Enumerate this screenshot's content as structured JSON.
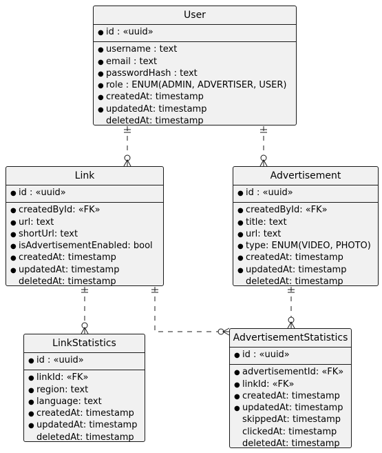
{
  "entities": {
    "user": {
      "title": "User",
      "pk": [
        "id : «uuid»"
      ],
      "fields": [
        {
          "text": "username : text",
          "bullet": true
        },
        {
          "text": "email : text",
          "bullet": true
        },
        {
          "text": "passwordHash : text",
          "bullet": true
        },
        {
          "text": "role : ENUM(ADMIN, ADVERTISER, USER)",
          "bullet": true
        },
        {
          "text": "createdAt: timestamp",
          "bullet": true
        },
        {
          "text": "updatedAt: timestamp",
          "bullet": true
        },
        {
          "text": "deletedAt: timestamp",
          "bullet": false
        }
      ]
    },
    "link": {
      "title": "Link",
      "pk": [
        "id : «uuid»"
      ],
      "fields": [
        {
          "text": "createdById: «FK»",
          "bullet": true
        },
        {
          "text": "url: text",
          "bullet": true
        },
        {
          "text": "shortUrl: text",
          "bullet": true
        },
        {
          "text": "isAdvertisementEnabled: bool",
          "bullet": true
        },
        {
          "text": "createdAt: timestamp",
          "bullet": true
        },
        {
          "text": "updatedAt: timestamp",
          "bullet": true
        },
        {
          "text": "deletedAt: timestamp",
          "bullet": false
        }
      ]
    },
    "advertisement": {
      "title": "Advertisement",
      "pk": [
        "id : «uuid»"
      ],
      "fields": [
        {
          "text": "createdById: «FK»",
          "bullet": true
        },
        {
          "text": "title: text",
          "bullet": true
        },
        {
          "text": "url: text",
          "bullet": true
        },
        {
          "text": "type: ENUM(VIDEO, PHOTO)",
          "bullet": true
        },
        {
          "text": "createdAt: timestamp",
          "bullet": true
        },
        {
          "text": "updatedAt: timestamp",
          "bullet": true
        },
        {
          "text": "deletedAt: timestamp",
          "bullet": false
        }
      ]
    },
    "linkStatistics": {
      "title": "LinkStatistics",
      "pk": [
        "id : «uuid»"
      ],
      "fields": [
        {
          "text": "linkId: «FK»",
          "bullet": true
        },
        {
          "text": "region: text",
          "bullet": true
        },
        {
          "text": "language: text",
          "bullet": true
        },
        {
          "text": "createdAt: timestamp",
          "bullet": true
        },
        {
          "text": "updatedAt: timestamp",
          "bullet": true
        },
        {
          "text": "deletedAt: timestamp",
          "bullet": false
        }
      ]
    },
    "advertisementStatistics": {
      "title": "AdvertisementStatistics",
      "pk": [
        "id : «uuid»"
      ],
      "fields": [
        {
          "text": "advertisementId: «FK»",
          "bullet": true
        },
        {
          "text": "linkId: «FK»",
          "bullet": true
        },
        {
          "text": "createdAt: timestamp",
          "bullet": true
        },
        {
          "text": "updatedAt: timestamp",
          "bullet": true
        },
        {
          "text": "skippedAt: timestamp",
          "bullet": false
        },
        {
          "text": "clickedAt: timestamp",
          "bullet": false
        },
        {
          "text": "deletedAt: timestamp",
          "bullet": false
        }
      ]
    }
  },
  "relationships": [
    {
      "from": "user",
      "to": "link",
      "from_card": "exactly-one",
      "to_card": "zero-or-many"
    },
    {
      "from": "user",
      "to": "advertisement",
      "from_card": "exactly-one",
      "to_card": "zero-or-many"
    },
    {
      "from": "link",
      "to": "linkStatistics",
      "from_card": "exactly-one",
      "to_card": "zero-or-many"
    },
    {
      "from": "advertisement",
      "to": "advertisementStatistics",
      "from_card": "exactly-one",
      "to_card": "zero-or-many"
    },
    {
      "from": "link",
      "to": "advertisementStatistics",
      "from_card": "exactly-one",
      "to_card": "zero-or-many"
    }
  ],
  "colors": {
    "entity_fill": "#f1f1f1",
    "line": "#181818"
  }
}
